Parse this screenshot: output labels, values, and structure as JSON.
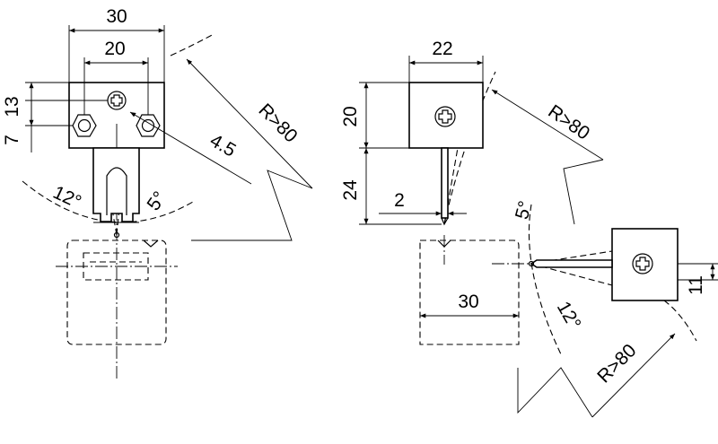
{
  "left_view": {
    "dim_width_outer": "30",
    "dim_width_inner": "20",
    "dim_height_13": "13",
    "dim_height_7": "7",
    "dim_radius": "R>80",
    "dim_offset": "4.5",
    "angle_12": "12°",
    "angle_5": "5°"
  },
  "middle_view": {
    "dim_width": "22",
    "dim_height_20": "20",
    "dim_height_24": "24",
    "dim_pin": "2",
    "dim_radius": "R>80",
    "dim_target_width": "30"
  },
  "right_view": {
    "angle_5": "5°",
    "angle_12": "12°",
    "dim_11": "11",
    "dim_radius": "R>80"
  }
}
